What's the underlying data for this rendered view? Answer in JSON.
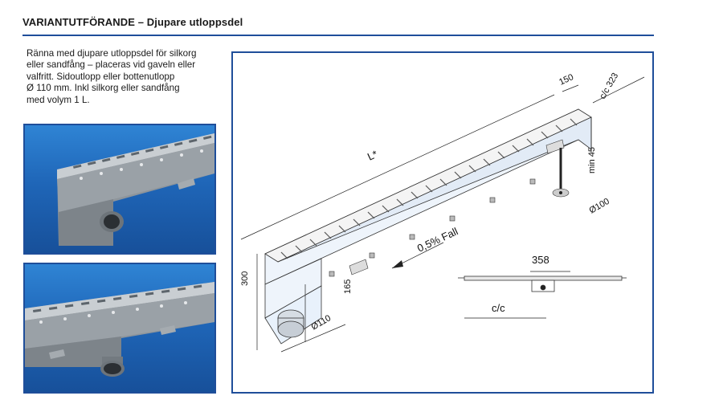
{
  "header": {
    "title": "VARIANTUTFÖRANDE – Djupare utloppsdel"
  },
  "description": "Ränna med djupare utloppsdel för silkorg\neller sandfång – placeras vid gaveln eller\nvalfritt. Sidoutlopp eller bottenutlopp\nØ 110 mm. Inkl silkorg eller sandfång\nmed volym 1 L.",
  "drawing": {
    "length_label": "L*",
    "width_label": "150",
    "cc_label": "c/c 323",
    "min_label": "min 45",
    "dia100_label": "Ø100",
    "fall_label": "0,5% Fall",
    "height300_label": "300",
    "height165_label": "165",
    "dia110_label": "Ø110",
    "top_358_label": "358",
    "cc_bottom_label": "c/c"
  },
  "colors": {
    "accent": "#1f4e9a",
    "photo_bg": "#1f66b8",
    "channel_fill": "#e8f1fb"
  }
}
